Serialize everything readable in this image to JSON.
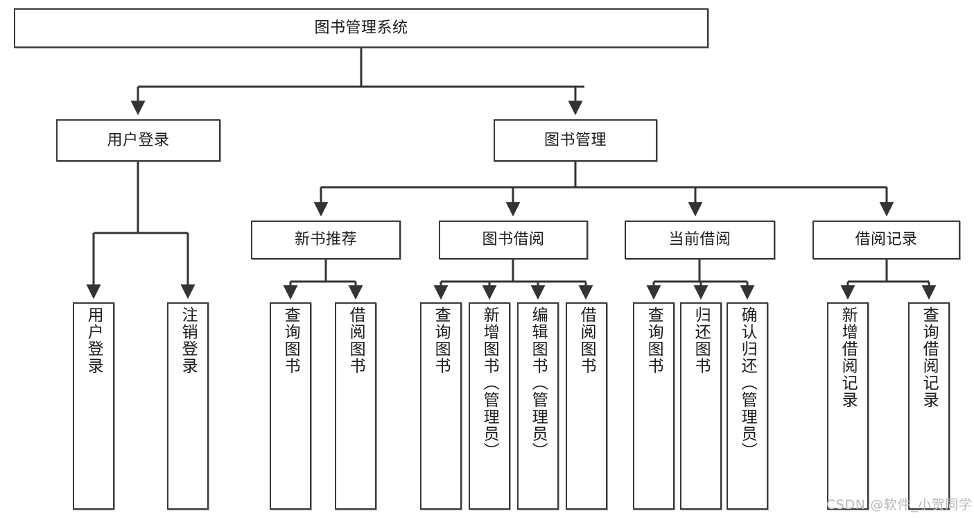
{
  "diagram": {
    "type": "tree",
    "title": "图书管理系统",
    "watermark": "CSDN @软件_小贺同学",
    "colors": {
      "border": "#3a3a3a",
      "background": "#ffffff",
      "text": "#1b1b1b",
      "connector": "#333333",
      "watermark": "#b9b9b9"
    },
    "nodes": {
      "root": {
        "label": "图书管理系统"
      },
      "level1": [
        {
          "id": "user-login",
          "label": "用户登录"
        },
        {
          "id": "book-manage",
          "label": "图书管理"
        }
      ],
      "level2": [
        {
          "id": "new-book-rec",
          "label": "新书推荐"
        },
        {
          "id": "book-borrow",
          "label": "图书借阅"
        },
        {
          "id": "current-borrow",
          "label": "当前借阅"
        },
        {
          "id": "borrow-record",
          "label": "借阅记录"
        }
      ],
      "leaves": {
        "user_login": [
          {
            "id": "leaf-user-login",
            "label": "用户登录"
          },
          {
            "id": "leaf-user-logout",
            "label": "注销登录"
          }
        ],
        "new_book_rec": [
          {
            "id": "leaf-query-book-1",
            "label": "查询图书"
          },
          {
            "id": "leaf-borrow-book-1",
            "label": "借阅图书"
          }
        ],
        "book_borrow": [
          {
            "id": "leaf-query-book-2",
            "label": "查询图书"
          },
          {
            "id": "leaf-add-book",
            "label": "新增图书（管理员）"
          },
          {
            "id": "leaf-edit-book",
            "label": "编辑图书（管理员）"
          },
          {
            "id": "leaf-borrow-book-2",
            "label": "借阅图书"
          }
        ],
        "current_borrow": [
          {
            "id": "leaf-query-book-3",
            "label": "查询图书"
          },
          {
            "id": "leaf-return-book",
            "label": "归还图书"
          },
          {
            "id": "leaf-confirm-return",
            "label": "确认归还（管理员）"
          }
        ],
        "borrow_record": [
          {
            "id": "leaf-add-record",
            "label": "新增借阅记录"
          },
          {
            "id": "leaf-query-record",
            "label": "查询借阅记录"
          }
        ]
      }
    }
  }
}
